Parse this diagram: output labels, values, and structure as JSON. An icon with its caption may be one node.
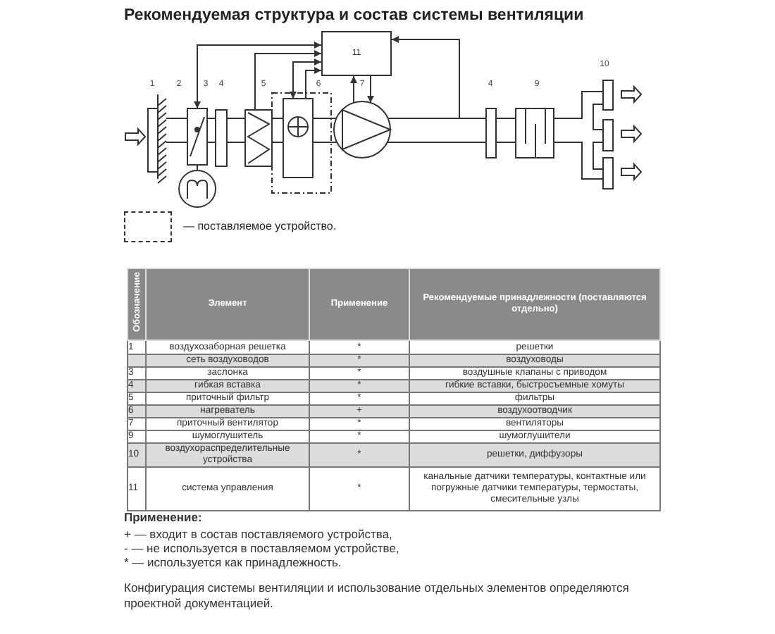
{
  "diagram": {
    "title": "Рекомендуемая структура и состав системы вентиляции",
    "nodes": [
      {
        "text": [
          "11"
        ]
      },
      {
        "text": [],
        "shape": "box"
      },
      {
        "text": [],
        "shape": "box"
      },
      {
        "text": [],
        "shape": "box"
      },
      {
        "text": [],
        "shape": "circle"
      }
    ],
    "edges": [
      {
        "from": 0,
        "to": 1,
        "arrow": "both"
      },
      {
        "from": 2,
        "to": 0,
        "arrow": "to"
      },
      {
        "from": 0,
        "to": 3,
        "arrow": "both"
      },
      {
        "from": 3,
        "to": 0,
        "arrow": "to"
      },
      {
        "from": 4,
        "to": 0,
        "arrow": "to"
      },
      {
        "from": 0,
        "to": 4,
        "arrow": "to"
      },
      {
        "from": null,
        "to": 0,
        "arrow": "to"
      }
    ],
    "labels": [
      "1",
      "2",
      "3",
      "4",
      "5",
      "6",
      "7",
      "4",
      "9",
      "10",
      "Обозначение",
      "Элемент",
      "Применение",
      "Рекомендуемые принадлежности (поставляются отдельно)",
      "1",
      "воздухозаборная решетка",
      "*",
      "решетки",
      "сеть воздуховодов",
      "*",
      "воздуховоды",
      "3",
      "заслонка",
      "*",
      "воздушные клапаны с приводом",
      "4",
      "гибкая вставка",
      "*",
      "гибкие вставки, быстросъемные хомуты",
      "5",
      "приточный фильтр",
      "*",
      "фильтры",
      "6",
      "нагреватель",
      "+",
      "воздухоотводчик",
      "7",
      "приточный вентилятор",
      "*",
      "вентиляторы",
      "9",
      "шумоглушитель",
      "*",
      "шумоглушители",
      "10",
      "воздухораспределительные устройства",
      "*",
      "решетки, диффузоры",
      "11",
      "система управления",
      "*",
      "канальные датчики температуры, контактные или погружные датчики температуры, термостаты, смесительные узлы",
      "Применение:",
      "+ — входит в состав поставляемого устройства,",
      "- — не используется в поставляемом устройстве,",
      "* — используется как принадлежность.",
      "Конфигурация системы вентиляции и использование отдельных элементов определяются проектной документацией."
    ],
    "legend": [
      {
        "text": "— поставляемое устройство."
      }
    ]
  }
}
